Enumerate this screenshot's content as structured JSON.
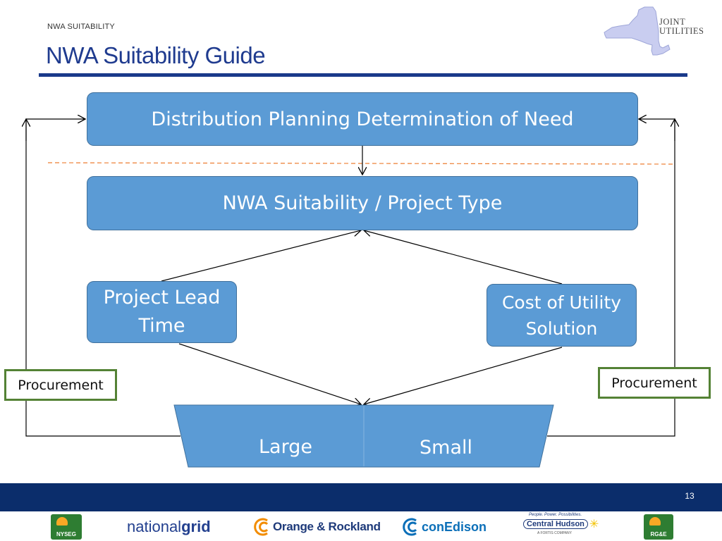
{
  "header": {
    "section_label": "NWA SUITABILITY",
    "title": "NWA Suitability Guide",
    "logo_text_line1": "JOINT",
    "logo_text_line2": "UTILITIES"
  },
  "diagram": {
    "need_box": "Distribution Planning Determination of Need",
    "suitability_box": "NWA Suitability / Project Type",
    "lead_time_box": {
      "line1": "Project Lead",
      "line2": "Time"
    },
    "cost_box": {
      "line1": "Cost of Utility",
      "line2": "Solution"
    },
    "size_large": "Large",
    "size_small": "Small",
    "procurement_left": "Procurement",
    "procurement_right": "Procurement"
  },
  "footer": {
    "page_number": "13"
  },
  "sponsors": {
    "nysegg": "NYSEG",
    "national": "national",
    "grid": "grid",
    "orange_rockland": "Orange & Rockland",
    "conedison": "conEdison",
    "central_hudson": "Central Hudson",
    "central_hudson_tagline": "People. Power. Possibilities.",
    "central_hudson_sub": "A FORTIS COMPANY",
    "rge": "RG&E"
  },
  "colors": {
    "box_fill": "#5b9bd5",
    "box_border": "#41719c",
    "title_blue": "#1f3b8f",
    "procurement_border": "#548235",
    "dashed_line": "#ed7d31",
    "footer_bar": "#0b2d6b"
  }
}
